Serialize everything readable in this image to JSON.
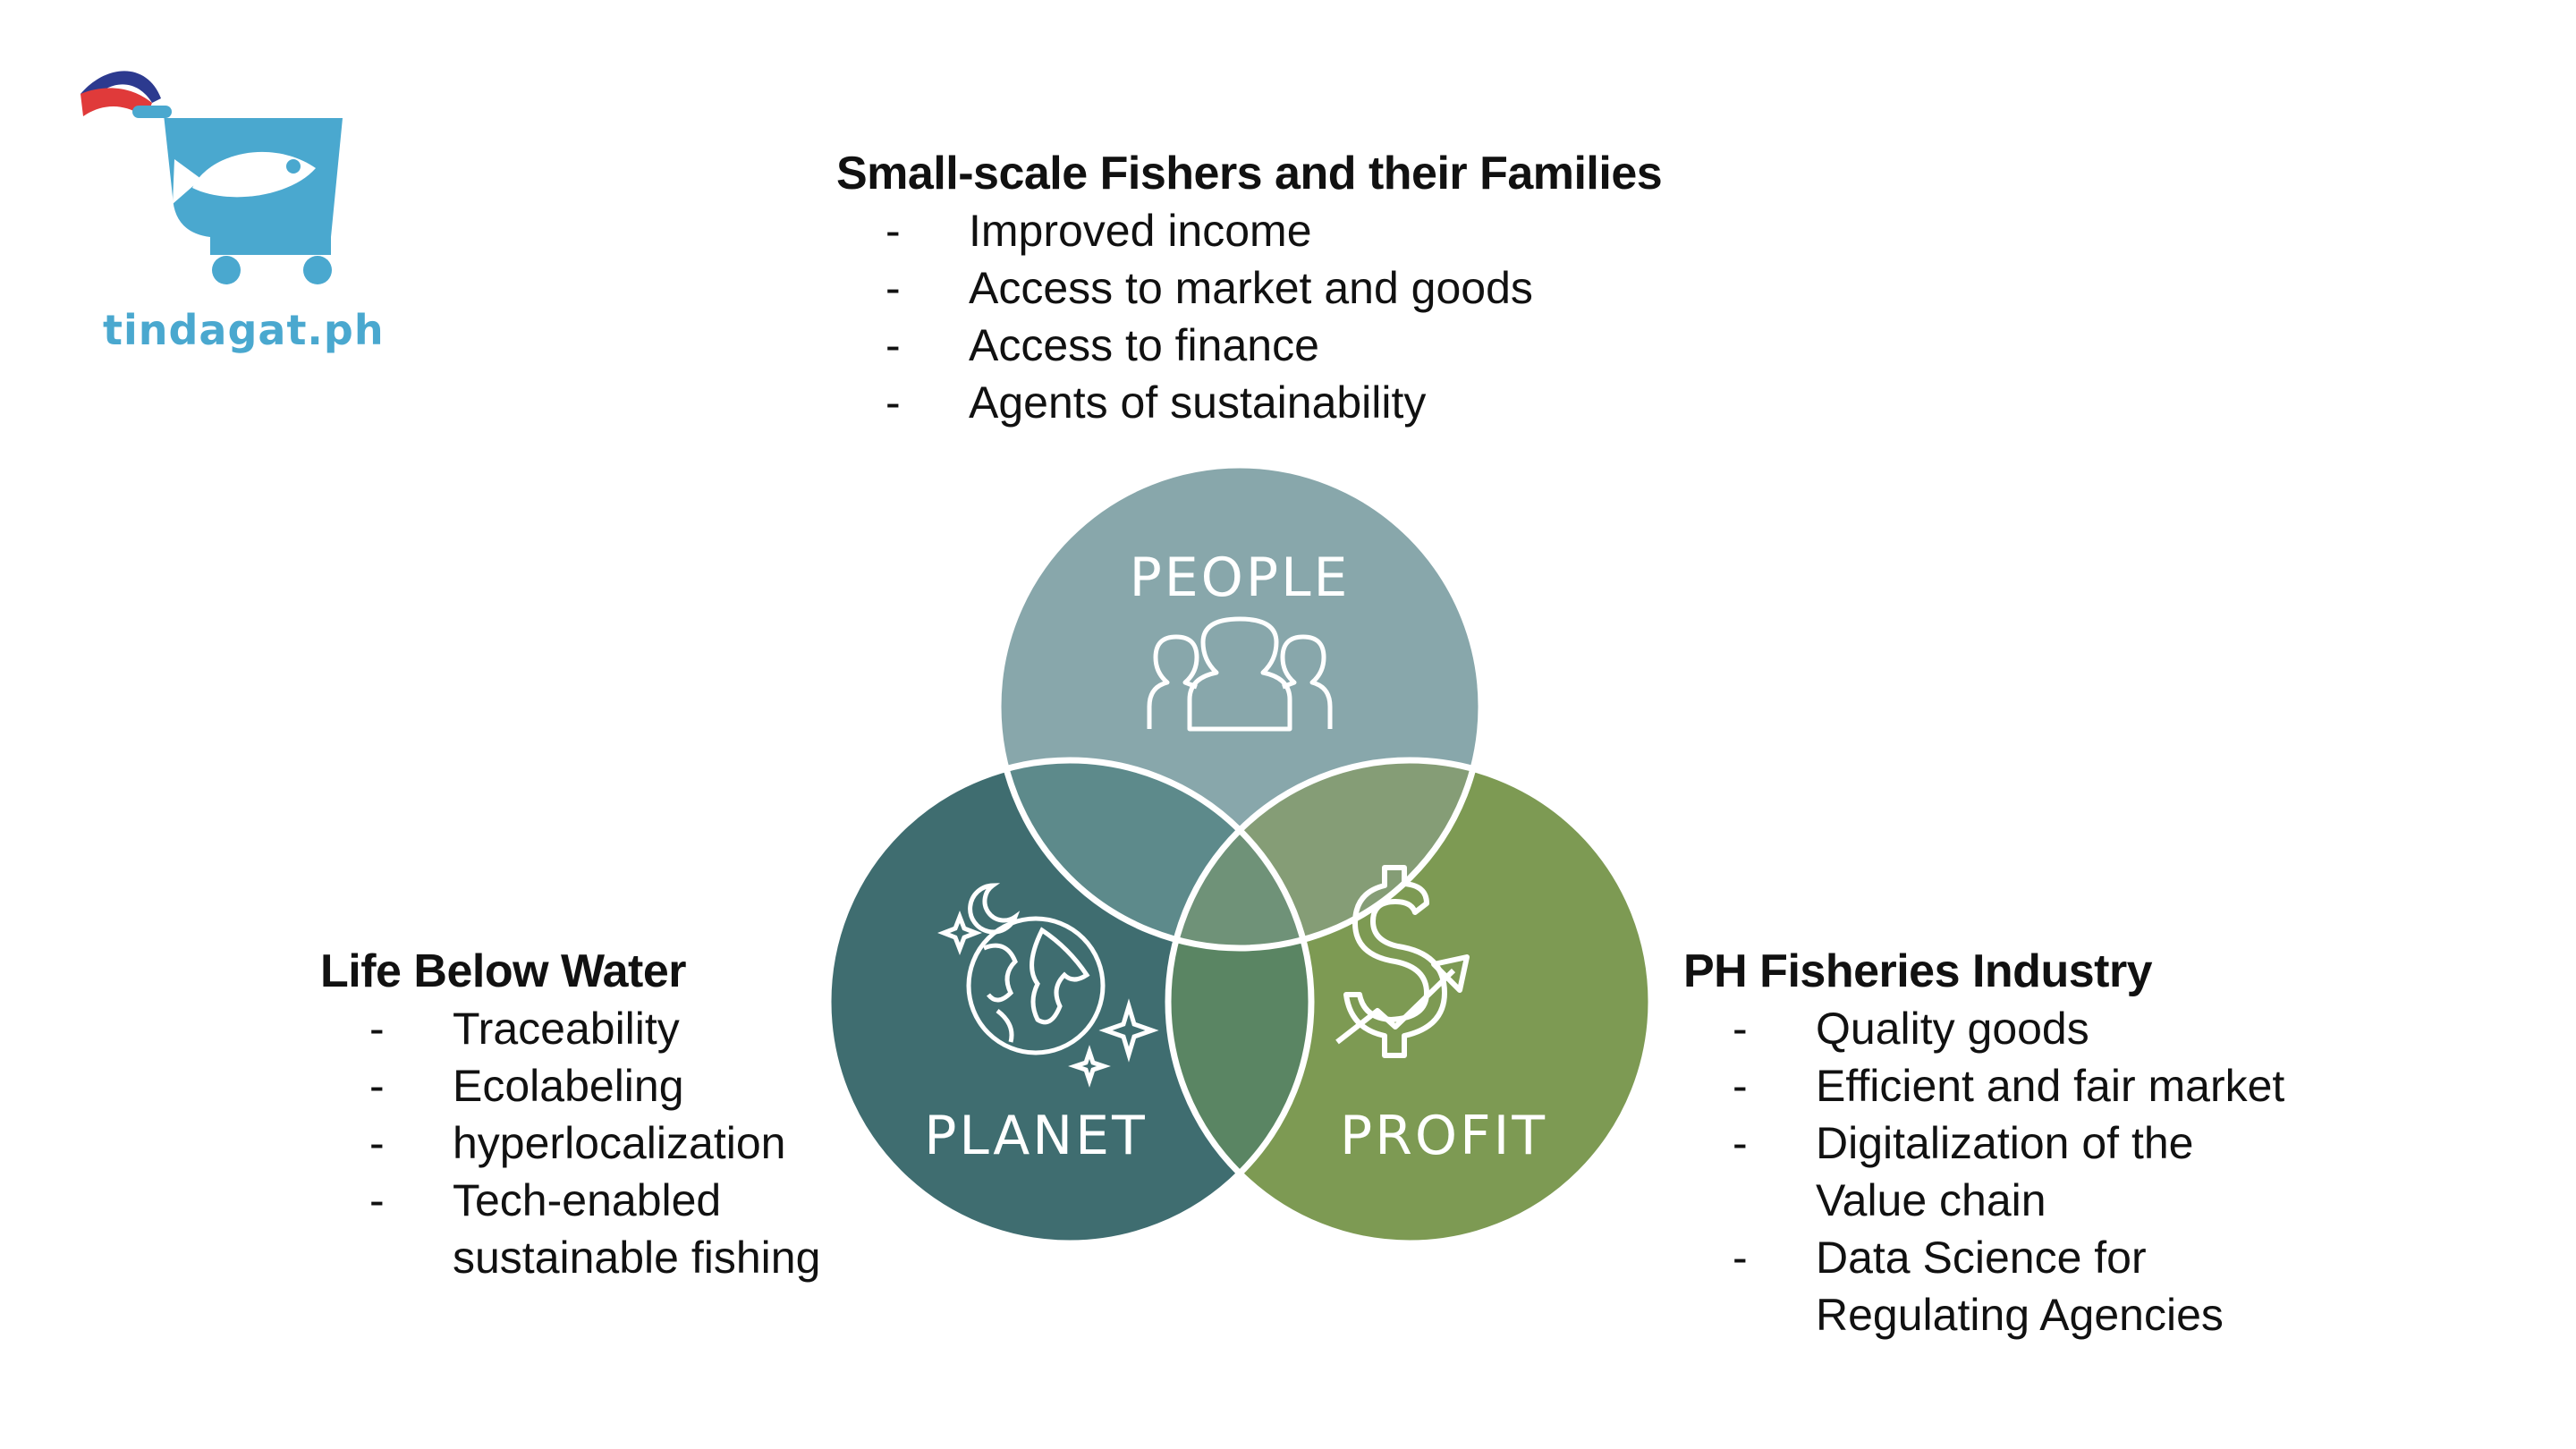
{
  "logo": {
    "text": "tindagat.ph",
    "icon": "fish-shopping-cart-icon"
  },
  "people": {
    "heading": "Small-scale Fishers and their Families",
    "items": [
      {
        "dash": "-",
        "text": "Improved income"
      },
      {
        "dash": "-",
        "text": "Access to market and goods"
      },
      {
        "dash": "-",
        "text": "Access to finance"
      },
      {
        "dash": "-",
        "text": "Agents of sustainability"
      }
    ]
  },
  "planet": {
    "heading": "Life Below Water",
    "items": [
      {
        "dash": "-",
        "text": "Traceability"
      },
      {
        "dash": "-",
        "text": "Ecolabeling"
      },
      {
        "dash": "-",
        "text": "hyperlocalization"
      },
      {
        "dash": "-",
        "text": "Tech-enabled"
      },
      {
        "dash": "",
        "text": "sustainable fishing"
      }
    ]
  },
  "profit": {
    "heading": "PH Fisheries Industry",
    "items": [
      {
        "dash": "-",
        "text": "Quality goods"
      },
      {
        "dash": "-",
        "text": "Efficient and fair market"
      },
      {
        "dash": "-",
        "text": "Digitalization of the"
      },
      {
        "dash": "",
        "text": "Value chain"
      },
      {
        "dash": "-",
        "text": "Data Science for"
      },
      {
        "dash": "",
        "text": "Regulating Agencies"
      }
    ]
  },
  "venn": {
    "labels": {
      "people": "PEOPLE",
      "planet": "PLANET",
      "profit": "PROFIT"
    },
    "icons": {
      "people": "people-group-icon",
      "planet": "globe-stars-icon",
      "profit": "dollar-growth-icon"
    },
    "colors": {
      "people": "#88a7ab",
      "planet": "#3f6d70",
      "profit": "#7d9a53",
      "people_planet": "#5d8a8b",
      "people_profit": "#859d76",
      "planet_profit": "#5a8563",
      "center": "#6f9278"
    }
  }
}
